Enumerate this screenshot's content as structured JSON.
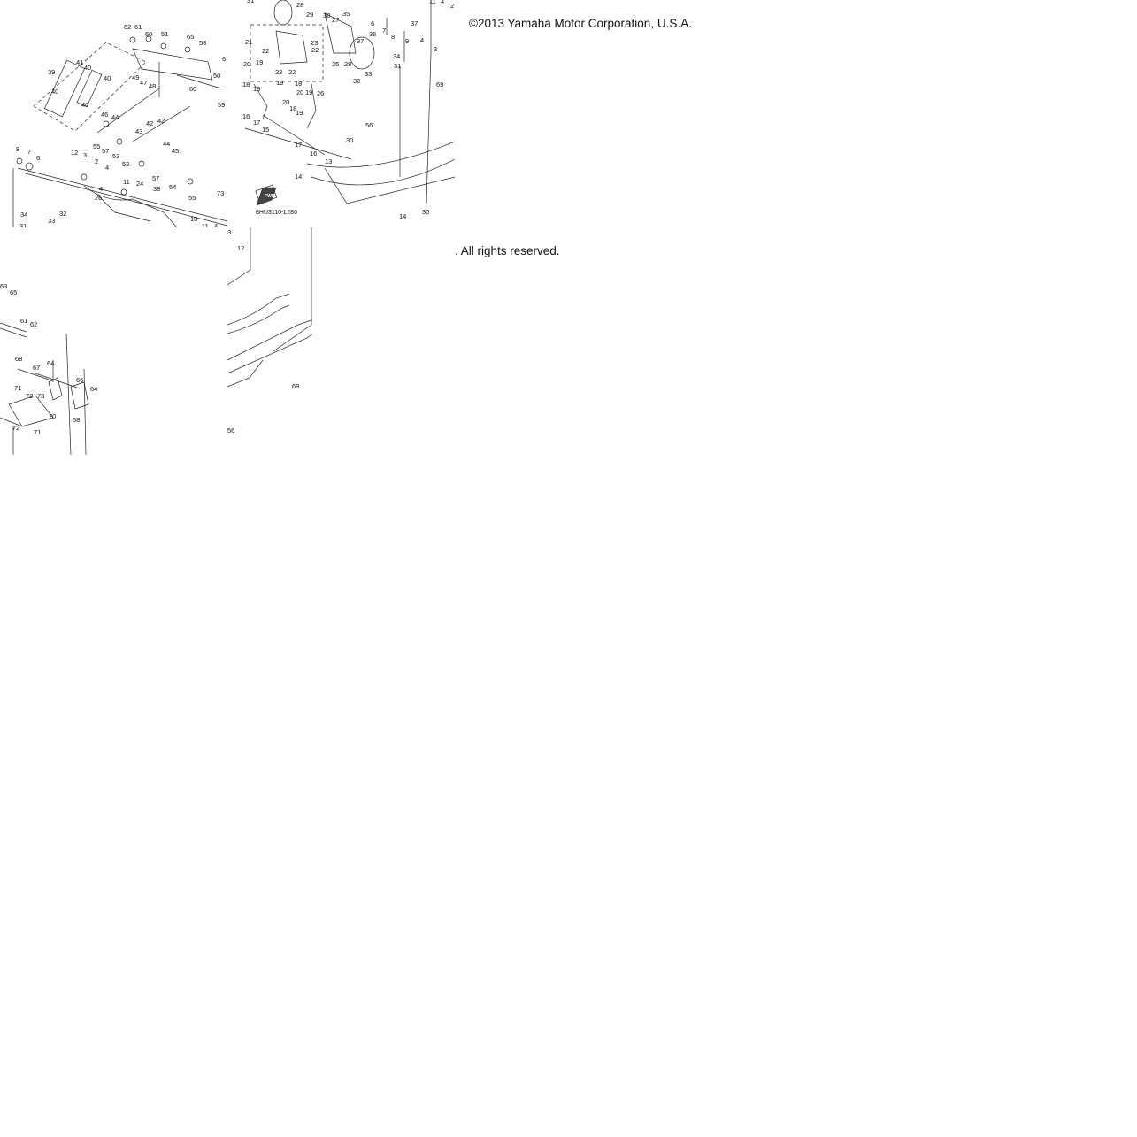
{
  "copyright": "©2013 Yamaha Motor Corporation, U.S.A.",
  "rights": ". All rights reserved.",
  "diagram_code": "8HU3110-L280",
  "fwd_label": "FWD",
  "tile_a_labels": [
    "62",
    "61",
    "60",
    "51",
    "65",
    "58",
    "41",
    "39",
    "40",
    "40",
    "40",
    "40",
    "49",
    "47",
    "48",
    "60",
    "59",
    "46",
    "44",
    "43",
    "42",
    "55",
    "57",
    "53",
    "52",
    "42",
    "44",
    "45",
    "8",
    "7",
    "6",
    "12",
    "3",
    "2",
    "4",
    "4",
    "11",
    "24",
    "38",
    "26",
    "57",
    "54",
    "55",
    "73",
    "10",
    "11",
    "4",
    "34",
    "33",
    "32",
    "31",
    "50",
    "6"
  ],
  "tile_b_labels": [
    "31",
    "28",
    "29",
    "38",
    "35",
    "27",
    "36",
    "37",
    "21",
    "22",
    "22",
    "23",
    "22",
    "22",
    "25",
    "28",
    "33",
    "32",
    "34",
    "31",
    "20",
    "19",
    "18",
    "19",
    "17",
    "16",
    "15",
    "18",
    "20",
    "19",
    "19",
    "18",
    "19",
    "20",
    "26",
    "17",
    "16",
    "13",
    "14",
    "30",
    "56",
    "69",
    "14",
    "30",
    "11",
    "4",
    "2",
    "6",
    "7",
    "8",
    "9",
    "4",
    "37",
    "3"
  ],
  "tile_c_labels": [
    "63",
    "65",
    "61",
    "62",
    "68",
    "67",
    "64",
    "66",
    "64",
    "71",
    "72",
    "73",
    "70",
    "68",
    "72",
    "71"
  ],
  "tile_d_labels": [
    "3",
    "12",
    "69",
    "56"
  ]
}
